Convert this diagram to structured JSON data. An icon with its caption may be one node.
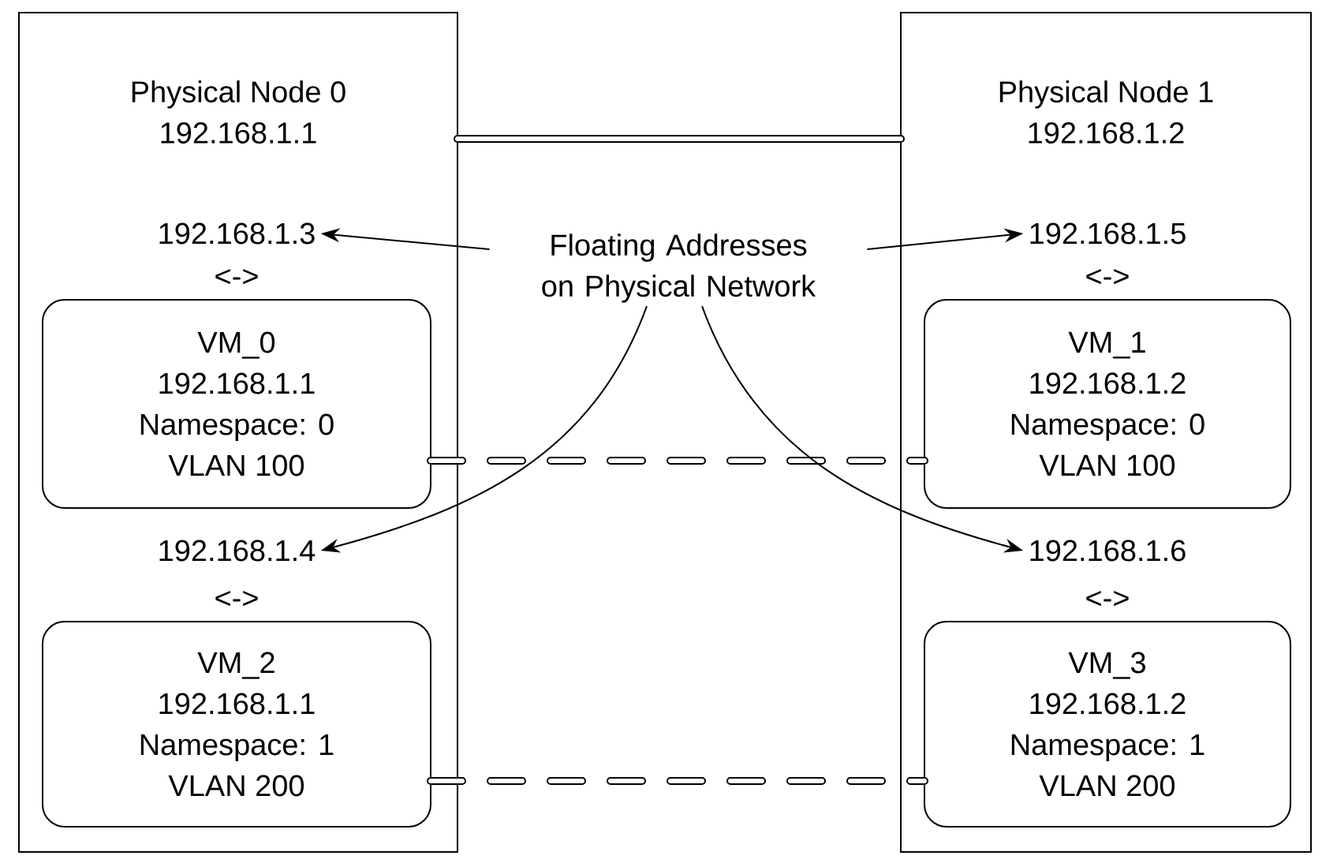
{
  "diagram": {
    "nodes": [
      {
        "text": [
          "Physical Node 0",
          "192.168.1.1"
        ]
      },
      {
        "text": [
          "Physical Node 1",
          "192.168.1.2"
        ]
      },
      {
        "text": [
          "VM_0",
          "192.168.1.1",
          "Namespace: 0",
          "VLAN 100"
        ],
        "in": 0,
        "beside": [
          "<->"
        ]
      },
      {
        "text": [
          "VM_1",
          "192.168.1.2",
          "Namespace: 0",
          "VLAN 100"
        ],
        "in": 1,
        "beside": [
          "<->"
        ]
      },
      {
        "text": [
          "VM_2",
          "192.168.1.1",
          "Namespace: 1",
          "VLAN 200"
        ],
        "in": 0,
        "beside": [
          "<->"
        ]
      },
      {
        "text": [
          "VM_3",
          "192.168.1.2",
          "Namespace: 1",
          "VLAN 200"
        ],
        "in": 1,
        "beside": [
          "<->"
        ]
      },
      {
        "text": [
          "192.168.1.3"
        ],
        "in": 0
      },
      {
        "text": [
          "192.168.1.5"
        ],
        "in": 1
      },
      {
        "text": [
          "192.168.1.4"
        ],
        "in": 0
      },
      {
        "text": [
          "192.168.1.6"
        ],
        "in": 1
      },
      {
        "text": [
          "Floating Addresses on Physical Network"
        ]
      }
    ],
    "edges": [
      {
        "from": 0,
        "to": 1,
        "arrow": "none",
        "style": "thick"
      },
      {
        "from": 2,
        "to": 3,
        "arrow": "none",
        "style": "dashed"
      },
      {
        "from": 4,
        "to": 5,
        "arrow": "none",
        "style": "dashed"
      },
      {
        "from": 10,
        "to": 6,
        "arrow": "to"
      },
      {
        "from": 10,
        "to": 7,
        "arrow": "to"
      },
      {
        "from": 10,
        "to": 8,
        "arrow": "to"
      },
      {
        "from": 10,
        "to": 9,
        "arrow": "to"
      }
    ]
  }
}
